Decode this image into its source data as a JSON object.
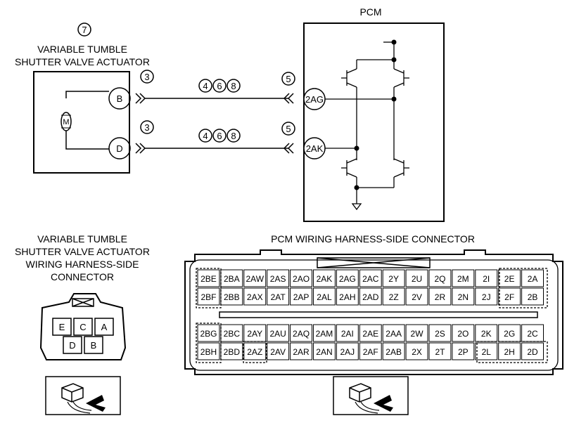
{
  "diagram": {
    "pcm_title": "PCM",
    "actuator_number": "7",
    "actuator_title_line1": "VARIABLE TUMBLE",
    "actuator_title_line2": "SHUTTER VALVE ACTUATOR",
    "motor_label": "M",
    "terminal_b": "B",
    "terminal_d": "D",
    "pcm_pin_upper": "2AG",
    "pcm_pin_lower": "2AK",
    "connector_num_left_upper": "3",
    "connector_num_left_lower": "3",
    "connector_num_right_upper": "5",
    "connector_num_right_lower": "5",
    "wire_notes_upper": [
      "4",
      "6",
      "8"
    ],
    "wire_notes_lower": [
      "4",
      "6",
      "8"
    ]
  },
  "actuator_connector": {
    "title_line1": "VARIABLE TUMBLE",
    "title_line2": "SHUTTER VALVE ACTUATOR",
    "title_line3": "WIRING HARNESS-SIDE",
    "title_line4": "CONNECTOR",
    "top_row": [
      "E",
      "C",
      "A"
    ],
    "bottom_row": [
      "D",
      "B"
    ]
  },
  "pcm_connector": {
    "title": "PCM WIRING HARNESS-SIDE CONNECTOR",
    "block1": {
      "row1": [
        "2BE",
        "2BA",
        "2AW",
        "2AS",
        "2AO",
        "2AK",
        "2AG",
        "2AC",
        "2Y",
        "2U",
        "2Q",
        "2M",
        "2I",
        "2E",
        "2A"
      ],
      "row2": [
        "2BF",
        "2BB",
        "2AX",
        "2AT",
        "2AP",
        "2AL",
        "2AH",
        "2AD",
        "2Z",
        "2V",
        "2R",
        "2N",
        "2J",
        "2F",
        "2B"
      ]
    },
    "block2": {
      "row1": [
        "2BG",
        "2BC",
        "2AY",
        "2AU",
        "2AQ",
        "2AM",
        "2AI",
        "2AE",
        "2AA",
        "2W",
        "2S",
        "2O",
        "2K",
        "2G",
        "2C"
      ],
      "row2": [
        "2BH",
        "2BD",
        "2AZ",
        "2AV",
        "2AR",
        "2AN",
        "2AJ",
        "2AF",
        "2AB",
        "2X",
        "2T",
        "2P",
        "2L",
        "2H",
        "2D"
      ]
    }
  }
}
